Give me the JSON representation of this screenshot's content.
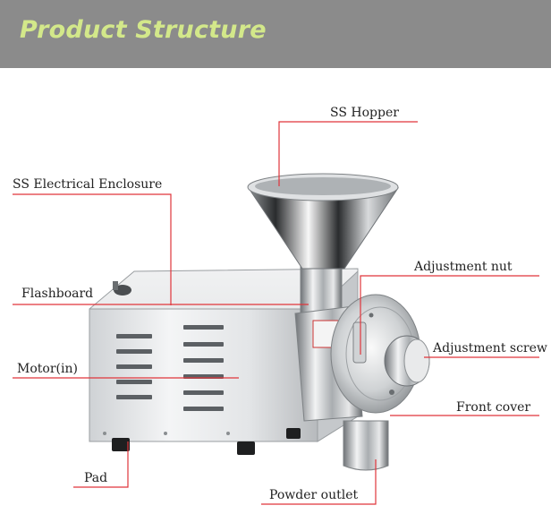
{
  "header": {
    "title": "Product Structure"
  },
  "labels": {
    "ss_hopper": "SS Hopper",
    "ss_electrical_enclosure": "SS Electrical Enclosure",
    "flashboard": "Flashboard",
    "adjustment_nut": "Adjustment nut",
    "adjustment_screw": "Adjustment screw",
    "motor_in": "Motor(in)",
    "front_cover": "Front cover",
    "pad": "Pad",
    "powder_outlet": "Powder outlet"
  },
  "colors": {
    "header_bg": "#8b8b8b",
    "title": "#d3e88a",
    "leader_line": "#e0353b"
  }
}
